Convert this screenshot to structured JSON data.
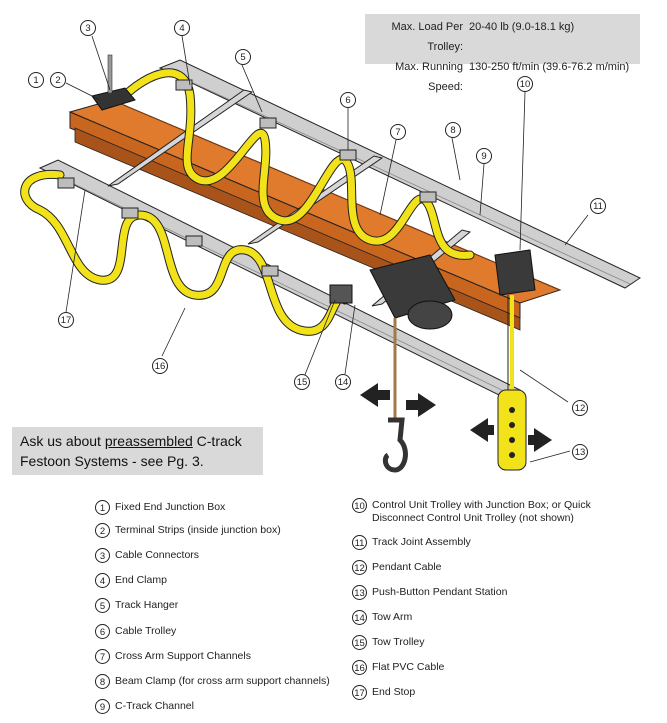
{
  "specs": {
    "max_load_label": "Max. Load Per Trolley:",
    "max_load_value": "20-40 lb (9.0-18.1 kg)",
    "max_speed_label": "Max. Running Speed:",
    "max_speed_value": "130-250 ft/min (39.6-76.2 m/min)"
  },
  "promo": {
    "line1_prefix": "Ask us about ",
    "line1_link": "preassembled",
    "line1_suffix": " C-track",
    "line2": "Festoon Systems - see Pg. 3."
  },
  "callouts": [
    "1",
    "2",
    "3",
    "4",
    "5",
    "6",
    "7",
    "8",
    "9",
    "10",
    "11",
    "12",
    "13",
    "14",
    "15",
    "16",
    "17"
  ],
  "legend": [
    {
      "num": "1",
      "text": "Fixed End Junction Box"
    },
    {
      "num": "2",
      "text": "Terminal Strips (inside junction box)"
    },
    {
      "num": "3",
      "text": "Cable Connectors"
    },
    {
      "num": "4",
      "text": "End Clamp"
    },
    {
      "num": "5",
      "text": "Track Hanger"
    },
    {
      "num": "6",
      "text": "Cable Trolley"
    },
    {
      "num": "7",
      "text": "Cross Arm Support Channels"
    },
    {
      "num": "8",
      "text": "Beam Clamp (for cross arm support channels)"
    },
    {
      "num": "9",
      "text": "C-Track Channel"
    },
    {
      "num": "10",
      "text": "Control Unit Trolley with Junction Box; or Quick Disconnect Control Unit Trolley (not shown)"
    },
    {
      "num": "11",
      "text": "Track Joint Assembly"
    },
    {
      "num": "12",
      "text": "Pendant Cable"
    },
    {
      "num": "13",
      "text": "Push-Button Pendant Station"
    },
    {
      "num": "14",
      "text": "Tow Arm"
    },
    {
      "num": "15",
      "text": "Tow Trolley"
    },
    {
      "num": "16",
      "text": "Flat PVC Cable"
    },
    {
      "num": "17",
      "text": "End Stop"
    }
  ],
  "colors": {
    "beam": "#e07a2c",
    "beam_dark": "#a8531a",
    "cable": "#f2e21a",
    "track": "#c8c8c8",
    "hoist": "#3a3a3a",
    "panel": "#d9d9d9"
  }
}
